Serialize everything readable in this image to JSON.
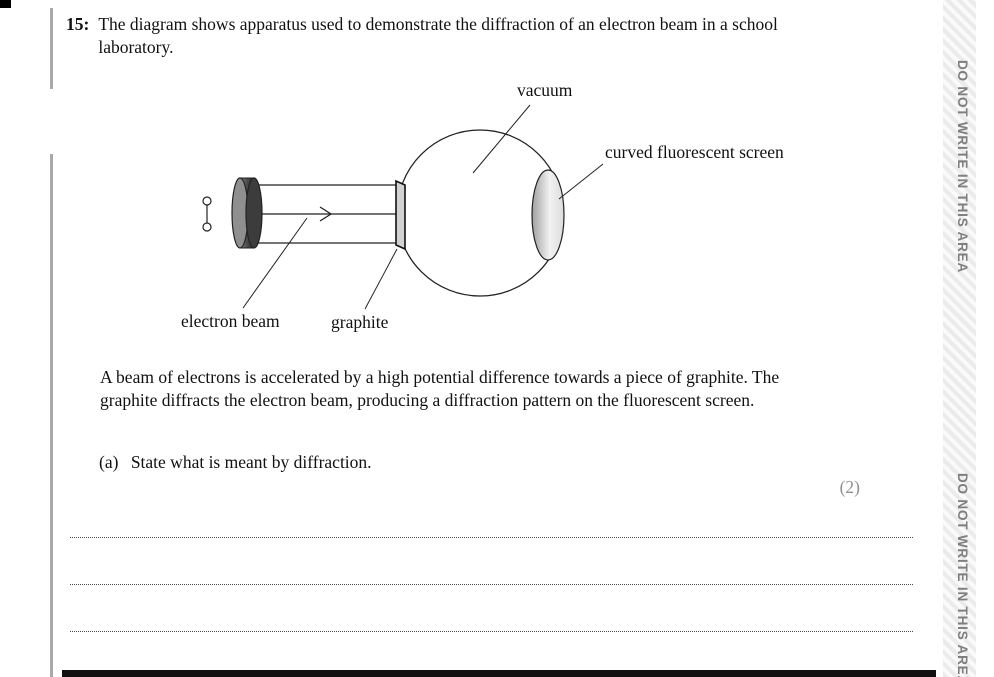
{
  "page": {
    "question_number": "15:",
    "question_text": "The diagram shows apparatus used to demonstrate the diffraction of an electron beam in a school laboratory.",
    "paragraph": "A beam of electrons is accelerated by a high potential difference towards a piece of graphite. The graphite diffracts the electron beam, producing a diffraction pattern on the fluorescent screen.",
    "part_a_label": "(a)",
    "part_a_text": "State what is meant by diffraction.",
    "marks": "(2)"
  },
  "diagram": {
    "labels": {
      "vacuum": "vacuum",
      "screen": "curved fluorescent screen",
      "electron_beam": "electron beam",
      "graphite": "graphite"
    }
  },
  "sidebar": {
    "warning": "DO NOT WRITE IN THIS AREA"
  },
  "colors": {
    "accent_rule": "#a9a9a9",
    "warning_text": "#7e7e7e",
    "marks_text": "#8f8f8f"
  }
}
